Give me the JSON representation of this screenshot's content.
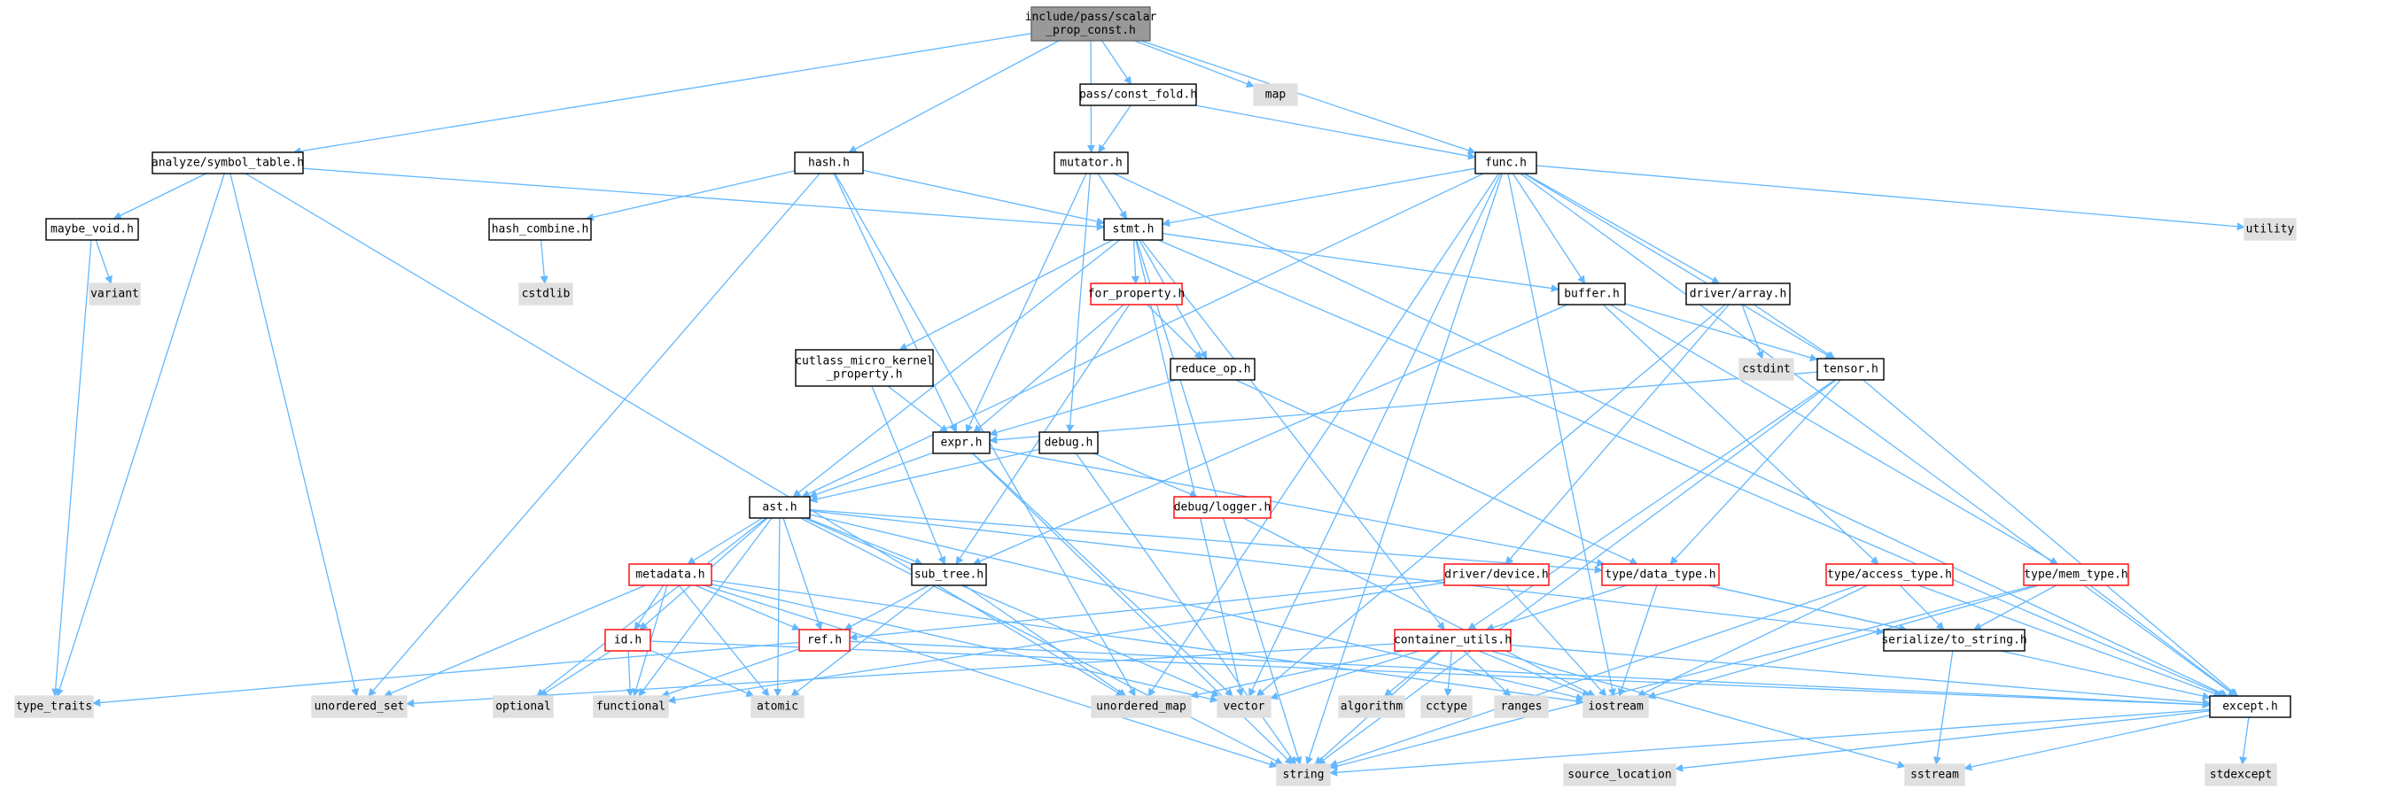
{
  "diagram": {
    "type": "include-dependency-graph",
    "colors": {
      "root_fill": "#999999",
      "root_stroke": "#666666",
      "node_fill": "#ffffff",
      "node_stroke": "#000000",
      "truncated_stroke": "#ff0000",
      "system_fill": "#e0e0e0",
      "system_stroke": "#e0e0e0",
      "edge": "#63b8ff"
    },
    "nodes": [
      {
        "id": "root",
        "label": [
          "include/pass/scalar",
          "_prop_const.h"
        ],
        "kind": "root"
      },
      {
        "id": "const_fold",
        "label": [
          "pass/const_fold.h"
        ],
        "kind": "normal"
      },
      {
        "id": "map",
        "label": [
          "map"
        ],
        "kind": "system"
      },
      {
        "id": "analyze",
        "label": [
          "analyze/symbol_table.h"
        ],
        "kind": "normal"
      },
      {
        "id": "hash",
        "label": [
          "hash.h"
        ],
        "kind": "normal"
      },
      {
        "id": "mutator",
        "label": [
          "mutator.h"
        ],
        "kind": "normal"
      },
      {
        "id": "func",
        "label": [
          "func.h"
        ],
        "kind": "normal"
      },
      {
        "id": "utility",
        "label": [
          "utility"
        ],
        "kind": "system"
      },
      {
        "id": "maybe_void",
        "label": [
          "maybe_void.h"
        ],
        "kind": "normal"
      },
      {
        "id": "hash_combine",
        "label": [
          "hash_combine.h"
        ],
        "kind": "normal"
      },
      {
        "id": "stmt",
        "label": [
          "stmt.h"
        ],
        "kind": "normal"
      },
      {
        "id": "variant",
        "label": [
          "variant"
        ],
        "kind": "system"
      },
      {
        "id": "cstdlib",
        "label": [
          "cstdlib"
        ],
        "kind": "system"
      },
      {
        "id": "for_property",
        "label": [
          "for_property.h"
        ],
        "kind": "truncated"
      },
      {
        "id": "buffer",
        "label": [
          "buffer.h"
        ],
        "kind": "normal"
      },
      {
        "id": "driver_array",
        "label": [
          "driver/array.h"
        ],
        "kind": "normal"
      },
      {
        "id": "cutlass",
        "label": [
          "cutlass_micro_kernel",
          "_property.h"
        ],
        "kind": "normal"
      },
      {
        "id": "reduce_op",
        "label": [
          "reduce_op.h"
        ],
        "kind": "normal"
      },
      {
        "id": "cstdint",
        "label": [
          "cstdint"
        ],
        "kind": "system"
      },
      {
        "id": "tensor",
        "label": [
          "tensor.h"
        ],
        "kind": "normal"
      },
      {
        "id": "expr",
        "label": [
          "expr.h"
        ],
        "kind": "normal"
      },
      {
        "id": "debug",
        "label": [
          "debug.h"
        ],
        "kind": "normal"
      },
      {
        "id": "debug_logger",
        "label": [
          "debug/logger.h"
        ],
        "kind": "truncated"
      },
      {
        "id": "ast",
        "label": [
          "ast.h"
        ],
        "kind": "normal"
      },
      {
        "id": "metadata",
        "label": [
          "metadata.h"
        ],
        "kind": "truncated"
      },
      {
        "id": "sub_tree",
        "label": [
          "sub_tree.h"
        ],
        "kind": "normal"
      },
      {
        "id": "driver_device",
        "label": [
          "driver/device.h"
        ],
        "kind": "truncated"
      },
      {
        "id": "data_type",
        "label": [
          "type/data_type.h"
        ],
        "kind": "truncated"
      },
      {
        "id": "access_type",
        "label": [
          "type/access_type.h"
        ],
        "kind": "truncated"
      },
      {
        "id": "mem_type",
        "label": [
          "type/mem_type.h"
        ],
        "kind": "truncated"
      },
      {
        "id": "id",
        "label": [
          "id.h"
        ],
        "kind": "truncated"
      },
      {
        "id": "ref",
        "label": [
          "ref.h"
        ],
        "kind": "truncated"
      },
      {
        "id": "container_utils",
        "label": [
          "container_utils.h"
        ],
        "kind": "truncated"
      },
      {
        "id": "serialize",
        "label": [
          "serialize/to_string.h"
        ],
        "kind": "normal"
      },
      {
        "id": "type_traits",
        "label": [
          "type_traits"
        ],
        "kind": "system"
      },
      {
        "id": "unordered_set",
        "label": [
          "unordered_set"
        ],
        "kind": "system"
      },
      {
        "id": "optional",
        "label": [
          "optional"
        ],
        "kind": "system"
      },
      {
        "id": "functional",
        "label": [
          "functional"
        ],
        "kind": "system"
      },
      {
        "id": "atomic",
        "label": [
          "atomic"
        ],
        "kind": "system"
      },
      {
        "id": "unordered_map",
        "label": [
          "unordered_map"
        ],
        "kind": "system"
      },
      {
        "id": "vector",
        "label": [
          "vector"
        ],
        "kind": "system"
      },
      {
        "id": "algorithm",
        "label": [
          "algorithm"
        ],
        "kind": "system"
      },
      {
        "id": "cctype",
        "label": [
          "cctype"
        ],
        "kind": "system"
      },
      {
        "id": "ranges",
        "label": [
          "ranges"
        ],
        "kind": "system"
      },
      {
        "id": "iostream",
        "label": [
          "iostream"
        ],
        "kind": "system"
      },
      {
        "id": "except",
        "label": [
          "except.h"
        ],
        "kind": "normal"
      },
      {
        "id": "string",
        "label": [
          "string"
        ],
        "kind": "system"
      },
      {
        "id": "source_location",
        "label": [
          "source_location"
        ],
        "kind": "system"
      },
      {
        "id": "sstream",
        "label": [
          "sstream"
        ],
        "kind": "system"
      },
      {
        "id": "stdexcept",
        "label": [
          "stdexcept"
        ],
        "kind": "system"
      }
    ],
    "edges": [
      [
        "root",
        "const_fold"
      ],
      [
        "root",
        "map"
      ],
      [
        "root",
        "analyze"
      ],
      [
        "root",
        "hash"
      ],
      [
        "root",
        "mutator"
      ],
      [
        "root",
        "func"
      ],
      [
        "const_fold",
        "mutator"
      ],
      [
        "const_fold",
        "func"
      ],
      [
        "analyze",
        "maybe_void"
      ],
      [
        "analyze",
        "stmt"
      ],
      [
        "analyze",
        "type_traits"
      ],
      [
        "analyze",
        "unordered_set"
      ],
      [
        "analyze",
        "unordered_map"
      ],
      [
        "hash",
        "hash_combine"
      ],
      [
        "hash",
        "stmt"
      ],
      [
        "hash",
        "expr"
      ],
      [
        "hash",
        "unordered_set"
      ],
      [
        "hash",
        "unordered_map"
      ],
      [
        "mutator",
        "stmt"
      ],
      [
        "mutator",
        "expr"
      ],
      [
        "mutator",
        "debug"
      ],
      [
        "mutator",
        "except"
      ],
      [
        "func",
        "stmt"
      ],
      [
        "func",
        "ast"
      ],
      [
        "func",
        "buffer"
      ],
      [
        "func",
        "driver_array"
      ],
      [
        "func",
        "tensor"
      ],
      [
        "func",
        "utility"
      ],
      [
        "func",
        "string"
      ],
      [
        "func",
        "vector"
      ],
      [
        "func",
        "unordered_map"
      ],
      [
        "func",
        "iostream"
      ],
      [
        "func",
        "except"
      ],
      [
        "maybe_void",
        "variant"
      ],
      [
        "maybe_void",
        "type_traits"
      ],
      [
        "hash_combine",
        "cstdlib"
      ],
      [
        "stmt",
        "for_property"
      ],
      [
        "stmt",
        "buffer"
      ],
      [
        "stmt",
        "cutlass"
      ],
      [
        "stmt",
        "reduce_op"
      ],
      [
        "stmt",
        "ast"
      ],
      [
        "stmt",
        "container_utils"
      ],
      [
        "stmt",
        "string"
      ],
      [
        "stmt",
        "vector"
      ],
      [
        "stmt",
        "except"
      ],
      [
        "for_property",
        "reduce_op"
      ],
      [
        "for_property",
        "expr"
      ],
      [
        "for_property",
        "sub_tree"
      ],
      [
        "buffer",
        "tensor"
      ],
      [
        "buffer",
        "access_type"
      ],
      [
        "buffer",
        "mem_type"
      ],
      [
        "buffer",
        "sub_tree"
      ],
      [
        "driver_array",
        "cstdint"
      ],
      [
        "driver_array",
        "tensor"
      ],
      [
        "driver_array",
        "driver_device"
      ],
      [
        "driver_array",
        "vector"
      ],
      [
        "cutlass",
        "expr"
      ],
      [
        "cutlass",
        "sub_tree"
      ],
      [
        "reduce_op",
        "expr"
      ],
      [
        "reduce_op",
        "data_type"
      ],
      [
        "tensor",
        "expr"
      ],
      [
        "tensor",
        "data_type"
      ],
      [
        "tensor",
        "container_utils"
      ],
      [
        "tensor",
        "except"
      ],
      [
        "tensor",
        "string"
      ],
      [
        "expr",
        "ast"
      ],
      [
        "expr",
        "data_type"
      ],
      [
        "expr",
        "string"
      ],
      [
        "expr",
        "vector"
      ],
      [
        "debug",
        "ast"
      ],
      [
        "debug",
        "debug_logger"
      ],
      [
        "debug",
        "string"
      ],
      [
        "debug_logger",
        "iostream"
      ],
      [
        "ast",
        "metadata"
      ],
      [
        "ast",
        "sub_tree"
      ],
      [
        "ast",
        "data_type"
      ],
      [
        "ast",
        "id"
      ],
      [
        "ast",
        "ref"
      ],
      [
        "ast",
        "serialize"
      ],
      [
        "ast",
        "optional"
      ],
      [
        "ast",
        "functional"
      ],
      [
        "ast",
        "atomic"
      ],
      [
        "ast",
        "vector"
      ],
      [
        "ast",
        "string"
      ],
      [
        "ast",
        "iostream"
      ],
      [
        "metadata",
        "id"
      ],
      [
        "metadata",
        "ref"
      ],
      [
        "metadata",
        "unordered_set"
      ],
      [
        "metadata",
        "functional"
      ],
      [
        "metadata",
        "atomic"
      ],
      [
        "metadata",
        "iostream"
      ],
      [
        "metadata",
        "string"
      ],
      [
        "metadata",
        "vector"
      ],
      [
        "sub_tree",
        "ref"
      ],
      [
        "sub_tree",
        "atomic"
      ],
      [
        "sub_tree",
        "unordered_map"
      ],
      [
        "driver_device",
        "ref"
      ],
      [
        "driver_device",
        "functional"
      ],
      [
        "driver_device",
        "iostream"
      ],
      [
        "data_type",
        "container_utils"
      ],
      [
        "data_type",
        "serialize"
      ],
      [
        "data_type",
        "except"
      ],
      [
        "data_type",
        "iostream"
      ],
      [
        "access_type",
        "serialize"
      ],
      [
        "access_type",
        "except"
      ],
      [
        "access_type",
        "iostream"
      ],
      [
        "access_type",
        "string"
      ],
      [
        "mem_type",
        "serialize"
      ],
      [
        "mem_type",
        "except"
      ],
      [
        "mem_type",
        "iostream"
      ],
      [
        "mem_type",
        "string"
      ],
      [
        "id",
        "optional"
      ],
      [
        "id",
        "functional"
      ],
      [
        "id",
        "atomic"
      ],
      [
        "id",
        "except"
      ],
      [
        "ref",
        "type_traits"
      ],
      [
        "ref",
        "functional"
      ],
      [
        "ref",
        "except"
      ],
      [
        "container_utils",
        "algorithm"
      ],
      [
        "container_utils",
        "cctype"
      ],
      [
        "container_utils",
        "ranges"
      ],
      [
        "container_utils",
        "iostream"
      ],
      [
        "container_utils",
        "sstream"
      ],
      [
        "container_utils",
        "unordered_set"
      ],
      [
        "container_utils",
        "unordered_map"
      ],
      [
        "container_utils",
        "vector"
      ],
      [
        "container_utils",
        "string"
      ],
      [
        "container_utils",
        "except"
      ],
      [
        "serialize",
        "sstream"
      ],
      [
        "except",
        "string"
      ],
      [
        "except",
        "source_location"
      ],
      [
        "except",
        "sstream"
      ],
      [
        "except",
        "stdexcept"
      ]
    ]
  }
}
